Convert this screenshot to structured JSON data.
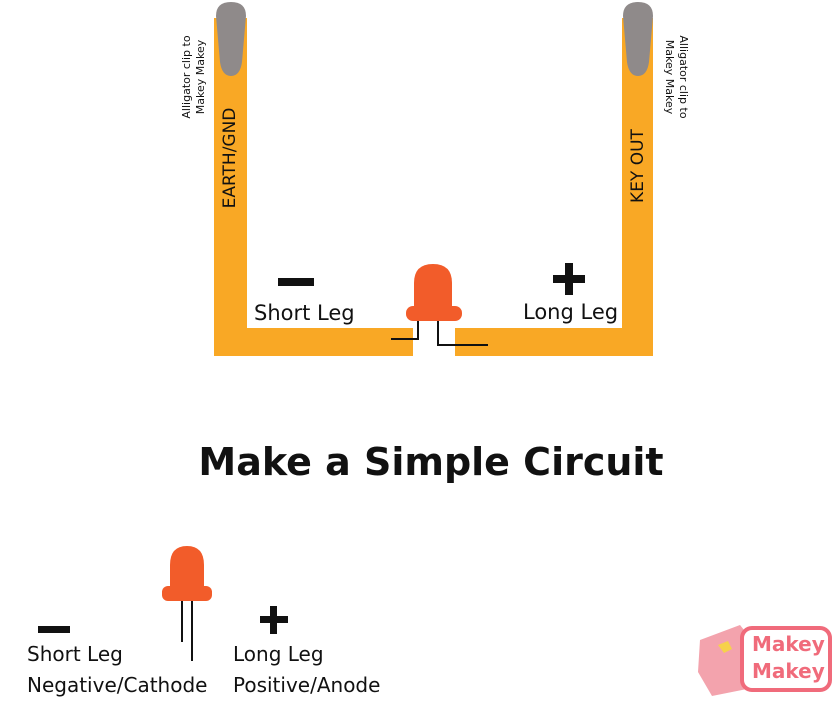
{
  "title": "Make a Simple Circuit",
  "circuit": {
    "left_track_label": "EARTH/GND",
    "right_track_label": "KEY OUT",
    "left_clip_note": [
      "Alligator clip to",
      "Makey Makey"
    ],
    "right_clip_note": [
      "Alligator clip to",
      "Makey Makey"
    ],
    "short_leg_label": "Short Leg",
    "long_leg_label": "Long Leg",
    "minus_symbol": "−",
    "plus_symbol": "+"
  },
  "legend": {
    "short_leg": "Short Leg",
    "short_leg_desc": "Negative/Cathode",
    "long_leg": "Long Leg",
    "long_leg_desc": "Positive/Anode",
    "minus_symbol": "−",
    "plus_symbol": "+"
  },
  "logo": {
    "text_line1": "Makey",
    "text_line2": "Makey"
  },
  "colors": {
    "track": "#f9a825",
    "clip": "#8f8a8a",
    "led": "#f25c2a",
    "text": "#111111",
    "logo": "#f06b7b"
  },
  "icons": [
    "alligator-clip-icon",
    "led-icon",
    "minus-icon",
    "plus-icon",
    "makey-makey-logo"
  ]
}
